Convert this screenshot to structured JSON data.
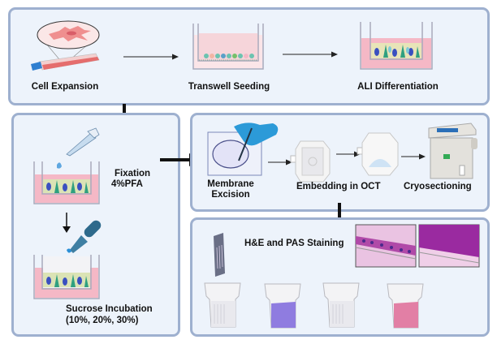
{
  "figure": {
    "title": "ALI culture cryosectioning workflow",
    "colors": {
      "panel_fill": "#edf3fb",
      "panel_border": "#9eb0cf",
      "arrow": "#1a1a1a",
      "medium_pink": "#f6c9d3",
      "he_stain": "#b04aa8",
      "pas_stain": "#9a2aa0",
      "violet_stain": "#8f7ce0",
      "eosin_pink": "#e27fa5"
    }
  },
  "panel_culture": {
    "steps": [
      {
        "label": "Cell Expansion",
        "icon": "cell-flask-icon"
      },
      {
        "label": "Transwell Seeding",
        "icon": "transwell-seeding-icon"
      },
      {
        "label": "ALI Differentiation",
        "icon": "transwell-ali-icon"
      }
    ]
  },
  "panel_fixation": {
    "fixation_label": "Fixation",
    "fixation_reagent": "4%PFA",
    "sucrose_label": "Sucrose Incubation",
    "sucrose_concentrations": "(10%, 20%, 30%)"
  },
  "panel_sectioning": {
    "membrane_label_1": "Membrane",
    "membrane_label_2": "Excision",
    "embedding_label": "Embedding in OCT",
    "cryo_label": "Cryosectioning"
  },
  "panel_staining": {
    "label": "H&E and PAS Staining",
    "micrographs": [
      "H&E",
      "PAS"
    ],
    "jars": [
      "empty",
      "violet",
      "empty",
      "pink"
    ]
  }
}
